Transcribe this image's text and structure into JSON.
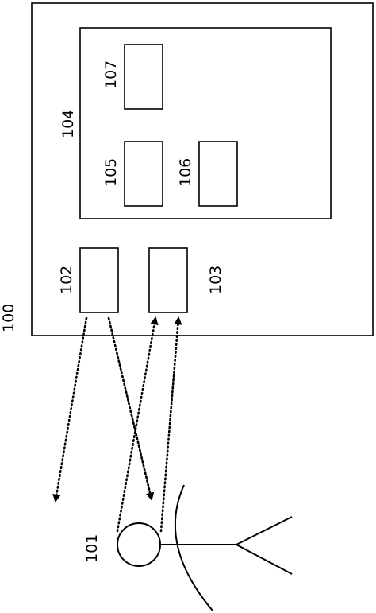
{
  "labels": {
    "system": "100",
    "user": "101",
    "box_102": "102",
    "box_103": "103",
    "box_104": "104",
    "box_105": "105",
    "box_106": "106",
    "box_107": "107"
  },
  "colors": {
    "line": "#000000",
    "background": "#ffffff"
  }
}
